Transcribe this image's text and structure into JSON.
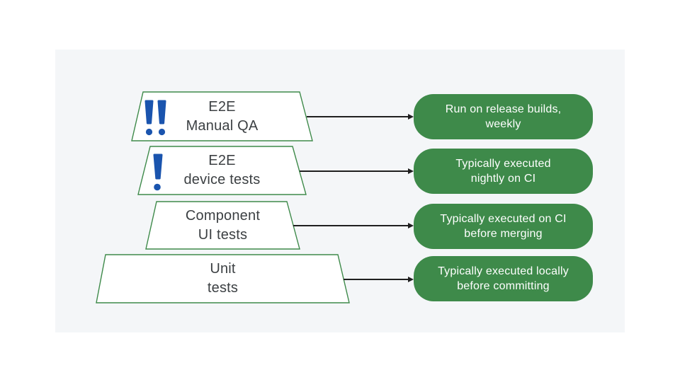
{
  "colors": {
    "page_bg": "#FFFFFF",
    "panel_bg": "#F4F6F8",
    "accent_green": "#3E8A4A",
    "accent_blue": "#1A54AE",
    "trap_fill": "#FFFFFF",
    "text_dark": "#3C4043",
    "text_light": "#FFFFFF",
    "arrow": "#1F1F1F"
  },
  "pyramid": {
    "levels": [
      {
        "name": "E2E Manual QA",
        "line1": "E2E",
        "line2": "Manual QA",
        "badge": "double-exclamation"
      },
      {
        "name": "E2E device tests",
        "line1": "E2E",
        "line2": "device tests",
        "badge": "single-exclamation"
      },
      {
        "name": "Component UI tests",
        "line1": "Component",
        "line2": "UI tests",
        "badge": "none"
      },
      {
        "name": "Unit tests",
        "line1": "Unit",
        "line2": "tests",
        "badge": "none"
      }
    ]
  },
  "annotations": [
    {
      "line1": "Run on release builds,",
      "line2": "weekly"
    },
    {
      "line1": "Typically executed",
      "line2": "nightly on CI"
    },
    {
      "line1": "Typically executed on CI",
      "line2": "before merging"
    },
    {
      "line1": "Typically executed locally",
      "line2": "before committing"
    }
  ]
}
